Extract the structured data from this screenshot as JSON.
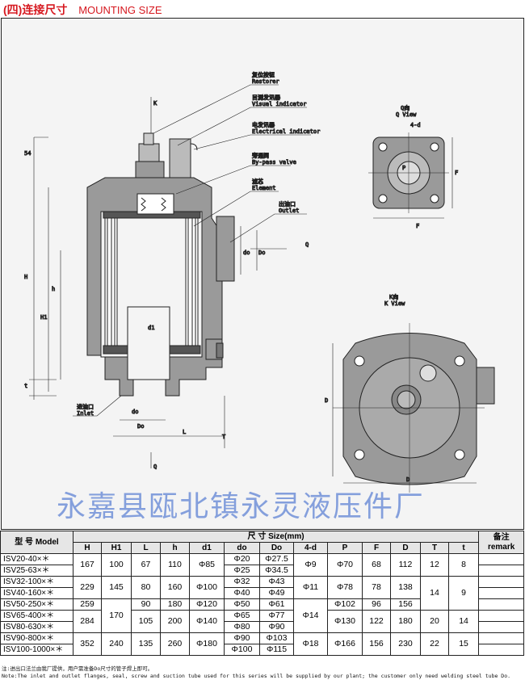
{
  "header": {
    "title_cn": "(四)连接尺寸",
    "title_en": "MOUNTING SIZE"
  },
  "drawing": {
    "callouts": [
      {
        "cn": "复位按钮",
        "en": "Restorer"
      },
      {
        "cn": "目测发讯器",
        "en": "Visual indicator"
      },
      {
        "cn": "电发讯器",
        "en": "Electrical indicator"
      },
      {
        "cn": "旁通阀",
        "en": "By-pass valve"
      },
      {
        "cn": "滤芯",
        "en": "Element"
      },
      {
        "cn": "出油口",
        "en": "Outlet"
      }
    ],
    "inlet": {
      "cn": "进油口",
      "en": "Inlet"
    },
    "q_view": {
      "cn": "Q向",
      "en": "Q View"
    },
    "k_view": {
      "cn": "K向",
      "en": "K View"
    },
    "dims": {
      "K": "K",
      "Q": "Q",
      "Q2": "Q",
      "H": "H",
      "H1": "H1",
      "h": "h",
      "L": "L",
      "T": "T",
      "t": "t",
      "d1": "d1",
      "Do": "Do",
      "do": "do",
      "do2": "do",
      "Do2": "Do",
      "d54": "54",
      "P": "P",
      "F": "F",
      "F2": "F",
      "D": "D",
      "D2": "D",
      "fourd": "4-d"
    },
    "watermark": "永嘉县瓯北镇永灵液压件厂"
  },
  "table": {
    "model_header": "型  号 Model",
    "size_header": "尺  寸 Size(mm)",
    "remark_header": "备注 remark",
    "columns": [
      {
        "key": "model",
        "label": "",
        "cells": [
          {
            "v": "ISV20-40×＊",
            "s": 1
          },
          {
            "v": "ISV25-63×＊",
            "s": 1
          },
          {
            "v": "ISV32-100×＊",
            "s": 1
          },
          {
            "v": "ISV40-160×＊",
            "s": 1
          },
          {
            "v": "ISV50-250×＊",
            "s": 1
          },
          {
            "v": "ISV65-400×＊",
            "s": 1
          },
          {
            "v": "ISV80-630×＊",
            "s": 1
          },
          {
            "v": "ISV90-800×＊",
            "s": 1
          },
          {
            "v": "ISV100-1000×＊",
            "s": 1
          }
        ]
      },
      {
        "key": "H",
        "label": "H",
        "cells": [
          {
            "v": "167",
            "s": 2
          },
          {
            "v": "229",
            "s": 2
          },
          {
            "v": "259",
            "s": 1
          },
          {
            "v": "284",
            "s": 2
          },
          {
            "v": "352",
            "s": 2
          }
        ]
      },
      {
        "key": "H1",
        "label": "H1",
        "cells": [
          {
            "v": "100",
            "s": 2
          },
          {
            "v": "145",
            "s": 2
          },
          {
            "v": "170",
            "s": 3
          },
          {
            "v": "240",
            "s": 2
          }
        ]
      },
      {
        "key": "L",
        "label": "L",
        "cells": [
          {
            "v": "67",
            "s": 2
          },
          {
            "v": "80",
            "s": 2
          },
          {
            "v": "90",
            "s": 1
          },
          {
            "v": "105",
            "s": 2
          },
          {
            "v": "135",
            "s": 2
          }
        ]
      },
      {
        "key": "h",
        "label": "h",
        "cells": [
          {
            "v": "110",
            "s": 2
          },
          {
            "v": "160",
            "s": 2
          },
          {
            "v": "180",
            "s": 1
          },
          {
            "v": "200",
            "s": 2
          },
          {
            "v": "260",
            "s": 2
          }
        ]
      },
      {
        "key": "d1",
        "label": "d1",
        "cells": [
          {
            "v": "Φ85",
            "s": 2
          },
          {
            "v": "Φ100",
            "s": 2
          },
          {
            "v": "Φ120",
            "s": 1
          },
          {
            "v": "Φ140",
            "s": 2
          },
          {
            "v": "Φ180",
            "s": 2
          }
        ]
      },
      {
        "key": "do",
        "label": "do",
        "cells": [
          {
            "v": "Φ20",
            "s": 1
          },
          {
            "v": "Φ25",
            "s": 1
          },
          {
            "v": "Φ32",
            "s": 1
          },
          {
            "v": "Φ40",
            "s": 1
          },
          {
            "v": "Φ50",
            "s": 1
          },
          {
            "v": "Φ65",
            "s": 1
          },
          {
            "v": "Φ80",
            "s": 1
          },
          {
            "v": "Φ90",
            "s": 1
          },
          {
            "v": "Φ100",
            "s": 1
          }
        ]
      },
      {
        "key": "Do",
        "label": "Do",
        "cells": [
          {
            "v": "Φ27.5",
            "s": 1
          },
          {
            "v": "Φ34.5",
            "s": 1
          },
          {
            "v": "Φ43",
            "s": 1
          },
          {
            "v": "Φ49",
            "s": 1
          },
          {
            "v": "Φ61",
            "s": 1
          },
          {
            "v": "Φ77",
            "s": 1
          },
          {
            "v": "Φ90",
            "s": 1
          },
          {
            "v": "Φ103",
            "s": 1
          },
          {
            "v": "Φ115",
            "s": 1
          }
        ]
      },
      {
        "key": "4d",
        "label": "4-d",
        "cells": [
          {
            "v": "Φ9",
            "s": 2
          },
          {
            "v": "Φ11",
            "s": 2
          },
          {
            "v": "Φ14",
            "s": 3
          },
          {
            "v": "Φ18",
            "s": 2
          }
        ]
      },
      {
        "key": "P",
        "label": "P",
        "cells": [
          {
            "v": "Φ70",
            "s": 2
          },
          {
            "v": "Φ78",
            "s": 2
          },
          {
            "v": "Φ102",
            "s": 1
          },
          {
            "v": "Φ130",
            "s": 2
          },
          {
            "v": "Φ166",
            "s": 2
          }
        ]
      },
      {
        "key": "F",
        "label": "F",
        "cells": [
          {
            "v": "68",
            "s": 2
          },
          {
            "v": "78",
            "s": 2
          },
          {
            "v": "96",
            "s": 1
          },
          {
            "v": "122",
            "s": 2
          },
          {
            "v": "156",
            "s": 2
          }
        ]
      },
      {
        "key": "D",
        "label": "D",
        "cells": [
          {
            "v": "112",
            "s": 2
          },
          {
            "v": "138",
            "s": 2
          },
          {
            "v": "156",
            "s": 1
          },
          {
            "v": "180",
            "s": 2
          },
          {
            "v": "230",
            "s": 2
          }
        ]
      },
      {
        "key": "T",
        "label": "T",
        "cells": [
          {
            "v": "12",
            "s": 2
          },
          {
            "v": "14",
            "s": 3
          },
          {
            "v": "20",
            "s": 2
          },
          {
            "v": "22",
            "s": 2
          }
        ]
      },
      {
        "key": "t",
        "label": "t",
        "cells": [
          {
            "v": "8",
            "s": 2
          },
          {
            "v": "9",
            "s": 3
          },
          {
            "v": "14",
            "s": 2
          },
          {
            "v": "15",
            "s": 2
          }
        ]
      },
      {
        "key": "remark",
        "label": "",
        "cells": [
          {
            "v": "",
            "s": 1
          },
          {
            "v": "",
            "s": 1
          },
          {
            "v": "",
            "s": 1
          },
          {
            "v": "",
            "s": 1
          },
          {
            "v": "",
            "s": 1
          },
          {
            "v": "",
            "s": 1
          },
          {
            "v": "",
            "s": 1
          },
          {
            "v": "",
            "s": 1
          },
          {
            "v": "",
            "s": 1
          }
        ]
      }
    ]
  },
  "note": {
    "cn": "注:进出口法兰由我厂提供，用户需准备Do尺寸的管子焊上即可。",
    "en": "Note:The inlet and outlet flanges, seal, screw and suction tube used for this series will be supplied by our plant; the customer only need welding steel tube Do."
  }
}
